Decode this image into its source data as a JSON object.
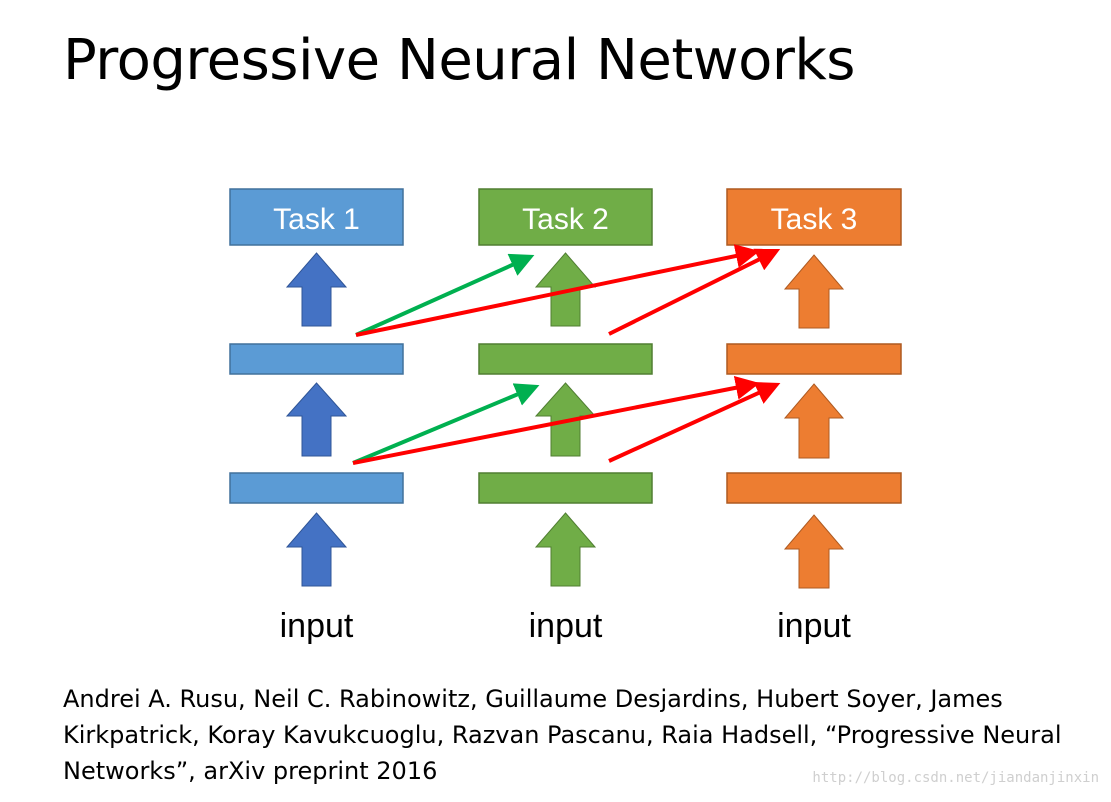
{
  "title": "Progressive Neural Networks",
  "columns": [
    {
      "task_label": "Task 1",
      "input_label": "input",
      "color": "#5B9BD5",
      "arrow_color": "#4472C4"
    },
    {
      "task_label": "Task 2",
      "input_label": "input",
      "color": "#70AD47",
      "arrow_color": "#70AD47"
    },
    {
      "task_label": "Task 3",
      "input_label": "input",
      "color": "#ED7D31",
      "arrow_color": "#ED7D31"
    }
  ],
  "lateral_colors": {
    "to_next": "#00B050",
    "to_far": "#FF0000"
  },
  "citation": "Andrei A. Rusu, Neil C. Rabinowitz, Guillaume Desjardins, Hubert Soyer, James Kirkpatrick, Koray Kavukcuoglu, Razvan Pascanu, Raia Hadsell, “Progressive Neural Networks”, arXiv preprint 2016",
  "watermark": "http://blog.csdn.net/jiandanjinxin"
}
